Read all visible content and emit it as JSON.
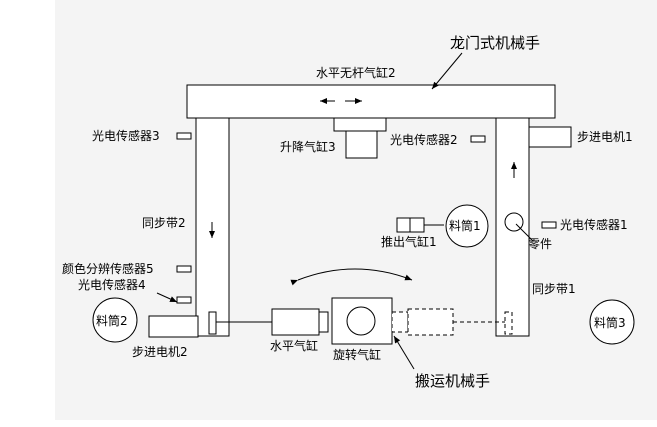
{
  "labels": {
    "gantry_title": "龙门式机械手",
    "rodless_cylinder": "水平无杆气缸2",
    "lift_cylinder": "升降气缸3",
    "photo_sensor_3": "光电传感器3",
    "photo_sensor_2": "光电传感器2",
    "stepper_motor_1": "步进电机1",
    "sync_belt_2": "同步带2",
    "material_cylinder_1": "料筒1",
    "push_cylinder_1": "推出气缸1",
    "part": "零件",
    "photo_sensor_1": "光电传感器1",
    "color_sensor_5": "颜色分辨传感器5",
    "photo_sensor_4": "光电传感器4",
    "sync_belt_1": "同步带1",
    "material_cylinder_2": "料筒2",
    "material_cylinder_3": "料筒3",
    "stepper_motor_2": "步进电机2",
    "horizontal_cylinder": "水平气缸",
    "rotary_cylinder": "旋转气缸",
    "transfer_manipulator": "搬运机械手"
  }
}
